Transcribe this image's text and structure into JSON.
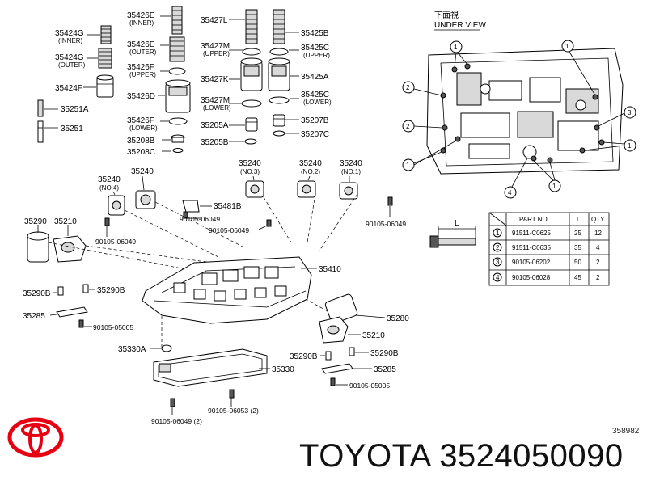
{
  "brand": "TOYOTA",
  "part_number": "3524050090",
  "reference": "358982",
  "view_title_jp": "下面視",
  "view_title": "UNDER VIEW",
  "labels": {
    "p35424G_inner": "35424G",
    "p35424G_inner_sub": "(INNER)",
    "p35424G_outer": "35424G",
    "p35424G_outer_sub": "(OUTER)",
    "p35424F": "35424F",
    "p35251A": "35251A",
    "p35251": "35251",
    "p35426E_inner": "35426E",
    "p35426E_inner_sub": "(INNER)",
    "p35426E_outer": "35426E",
    "p35426E_outer_sub": "(OUTER)",
    "p35426F_upper": "35426F",
    "p35426F_upper_sub": "(UPPER)",
    "p35426D": "35426D",
    "p35426F_lower": "35426F",
    "p35426F_lower_sub": "(LOWER)",
    "p35208B": "35208B",
    "p35208C": "35208C",
    "p35427L": "35427L",
    "p35427M_upper": "35427M",
    "p35427M_upper_sub": "(UPPER)",
    "p35427K": "35427K",
    "p35427M_lower": "35427M",
    "p35427M_lower_sub": "(LOWER)",
    "p35205A": "35205A",
    "p35205B": "35205B",
    "p35425B": "35425B",
    "p35425C_upper": "35425C",
    "p35425C_upper_sub": "(UPPER)",
    "p35425A": "35425A",
    "p35425C_lower": "35425C",
    "p35425C_lower_sub": "(LOWER)",
    "p35207B": "35207B",
    "p35207C": "35207C",
    "p35240_no4": "35240",
    "p35240_no4_sub": "(NO.4)",
    "p35240_a": "35240",
    "p35240_no3": "35240",
    "p35240_no3_sub": "(NO.3)",
    "p35240_no2": "35240",
    "p35240_no2_sub": "(NO.2)",
    "p35240_no1": "35240",
    "p35240_no1_sub": "(NO.1)",
    "p35481B": "35481B",
    "b90105_06049_a": "90105-06049",
    "b90105_06049_b": "90105-06049",
    "b90105_06049_c": "90105-06049",
    "b90105_06049_d": "90105-06049",
    "p35290_left": "35290",
    "p35210_left": "35210",
    "p35410": "35410",
    "p35290B_a": "35290B",
    "p35290B_b": "35290B",
    "p35285_left": "35285",
    "b90105_05005_left": "90105-05005",
    "p35280": "35280",
    "p35210_right": "35210",
    "p35330A": "35330A",
    "p35330": "35330",
    "p35290B_c": "35290B",
    "p35290B_d": "35290B",
    "p35285_right": "35285",
    "b90105_05005_right": "90105-05005",
    "b90105_06049_2": "90105-06049 (2)",
    "b90105_06053_2": "90105-06053 (2)",
    "callout_1": "1",
    "callout_2": "2",
    "callout_3": "3",
    "callout_4": "4",
    "dim_L": "L"
  },
  "bolt_table": {
    "headers": [
      "",
      "PART NO.",
      "L",
      "QTY"
    ],
    "rows": [
      {
        "num": "1",
        "part": "91511-C0625",
        "L": "25",
        "qty": "12"
      },
      {
        "num": "2",
        "part": "91511-C0635",
        "L": "35",
        "qty": "4"
      },
      {
        "num": "3",
        "part": "90105-06202",
        "L": "50",
        "qty": "2"
      },
      {
        "num": "4",
        "part": "90105-06028",
        "L": "45",
        "qty": "2"
      }
    ]
  },
  "colors": {
    "logo_red": "#e60012",
    "ink": "#000000"
  }
}
